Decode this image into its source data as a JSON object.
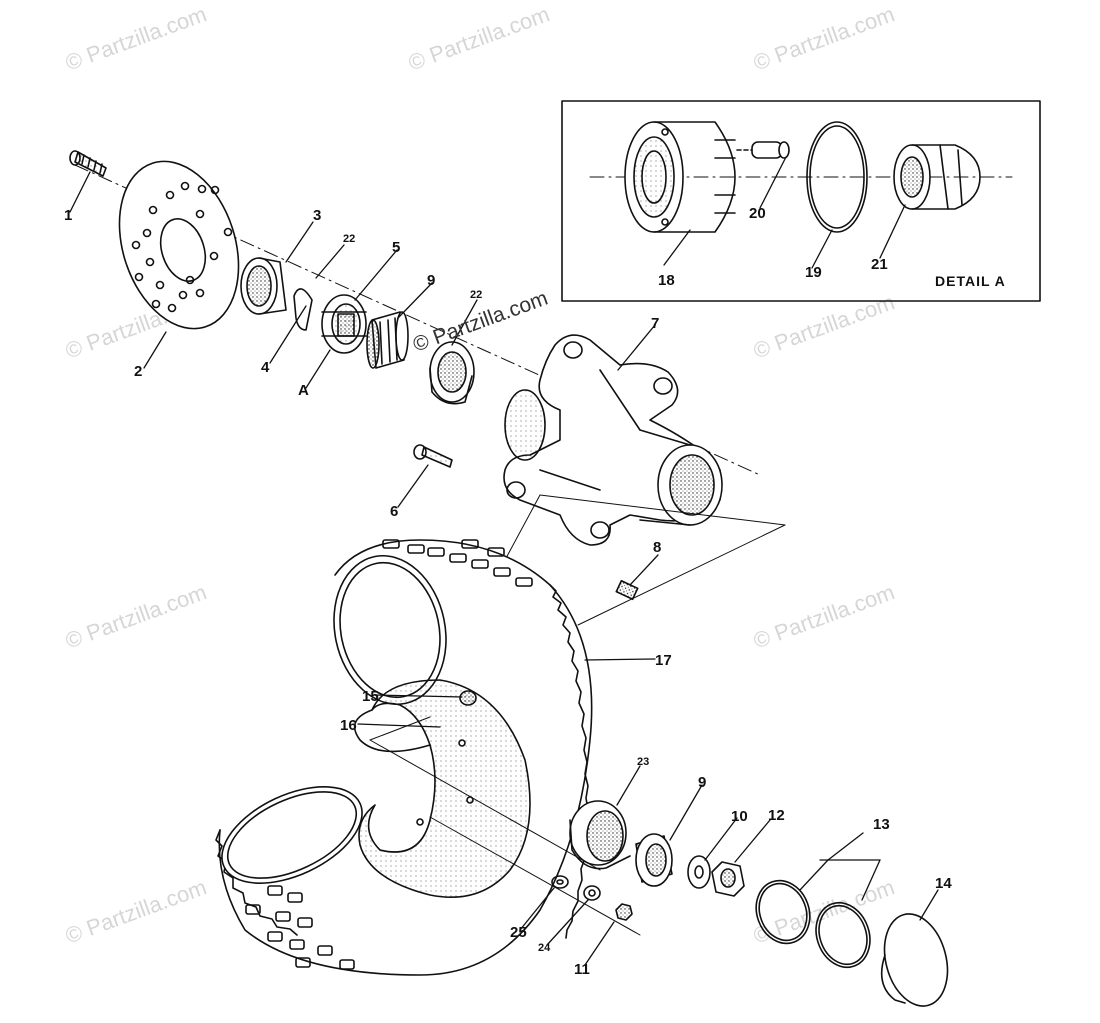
{
  "watermark": "© Partzilla.com",
  "inline_watermark": "© Partzilla.com",
  "detail_label": "DETAIL A",
  "callouts": {
    "c1": "1",
    "c2": "2",
    "c3": "3",
    "c4": "4",
    "c5": "5",
    "c6": "6",
    "c7": "7",
    "c8": "8",
    "c9a": "9",
    "c9b": "9",
    "c10": "10",
    "c11": "11",
    "c12": "12",
    "c13": "13",
    "c14": "14",
    "c15": "15",
    "c16": "16",
    "c17": "17",
    "c18": "18",
    "c19": "19",
    "c20": "20",
    "c21": "21",
    "c22": "22",
    "c22b": "22",
    "c23": "23",
    "c24": "24",
    "c25": "25",
    "cA": "A"
  },
  "colors": {
    "ink": "#111111",
    "watermark": "#d6d6d6",
    "background": "#ffffff"
  }
}
